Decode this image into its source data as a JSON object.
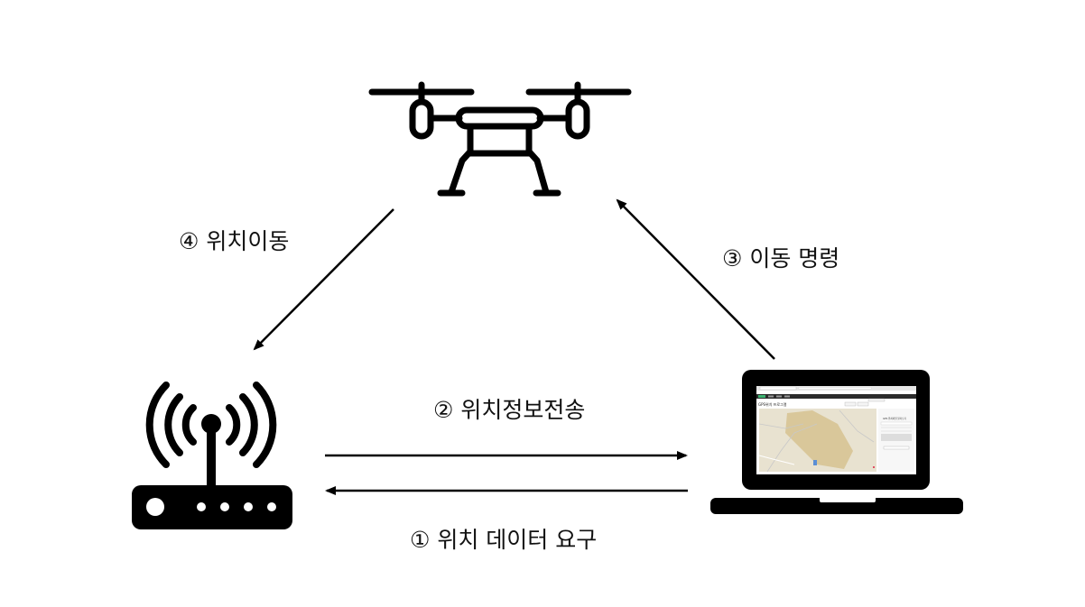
{
  "labels": {
    "step1": "① 위치 데이터 요구",
    "step2": "② 위치정보전송",
    "step3": "③ 이동 명령",
    "step4": "④ 위치이동"
  },
  "screen": {
    "title": "GPS위치 프로그램",
    "panel_title": "GPS 위치파일 불러오기"
  },
  "colors": {
    "ink": "#000000",
    "map_base": "#e8e2d0",
    "map_highlight": "#d9c79a",
    "nav_bar": "#2b2b2b",
    "nav_accent": "#3cb371"
  }
}
